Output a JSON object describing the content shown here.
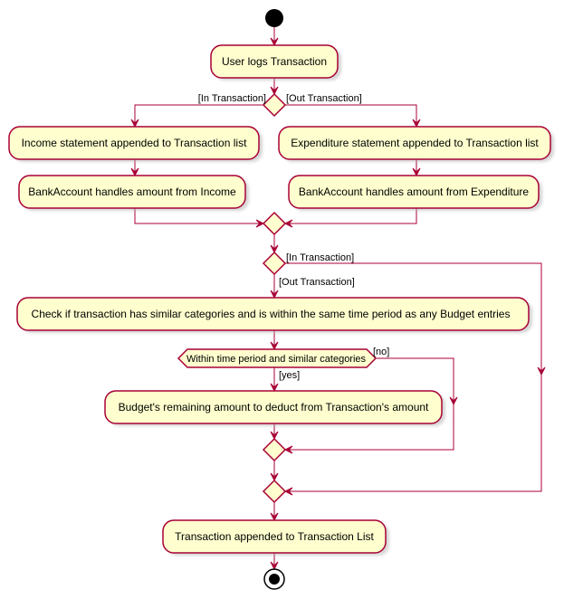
{
  "diagram": {
    "activities": {
      "user_logs": "User logs Transaction",
      "income_statement": "Income statement appended to Transaction list",
      "expenditure_statement": "Expenditure statement appended to Transaction list",
      "bank_income": "BankAccount handles amount from Income",
      "bank_expenditure": "BankAccount handles amount from Expenditure",
      "check_budget": "Check if transaction has similar categories and is within the same time period as any Budget entries",
      "budget_deduct": "Budget's remaining amount to deduct from Transaction's amount",
      "append_list": "Transaction appended to Transaction List"
    },
    "guards": {
      "in_transaction_1": "[In Transaction]",
      "out_transaction_1": "[Out Transaction]",
      "in_transaction_2": "[In Transaction]",
      "out_transaction_2": "[Out Transaction]",
      "yes": "[yes]",
      "no": "[no]"
    },
    "conditions": {
      "within_period": "Within time period and similar categories"
    },
    "colors": {
      "activity_fill": "#FEFECE",
      "border": "#A80036",
      "node": "#000000"
    }
  }
}
